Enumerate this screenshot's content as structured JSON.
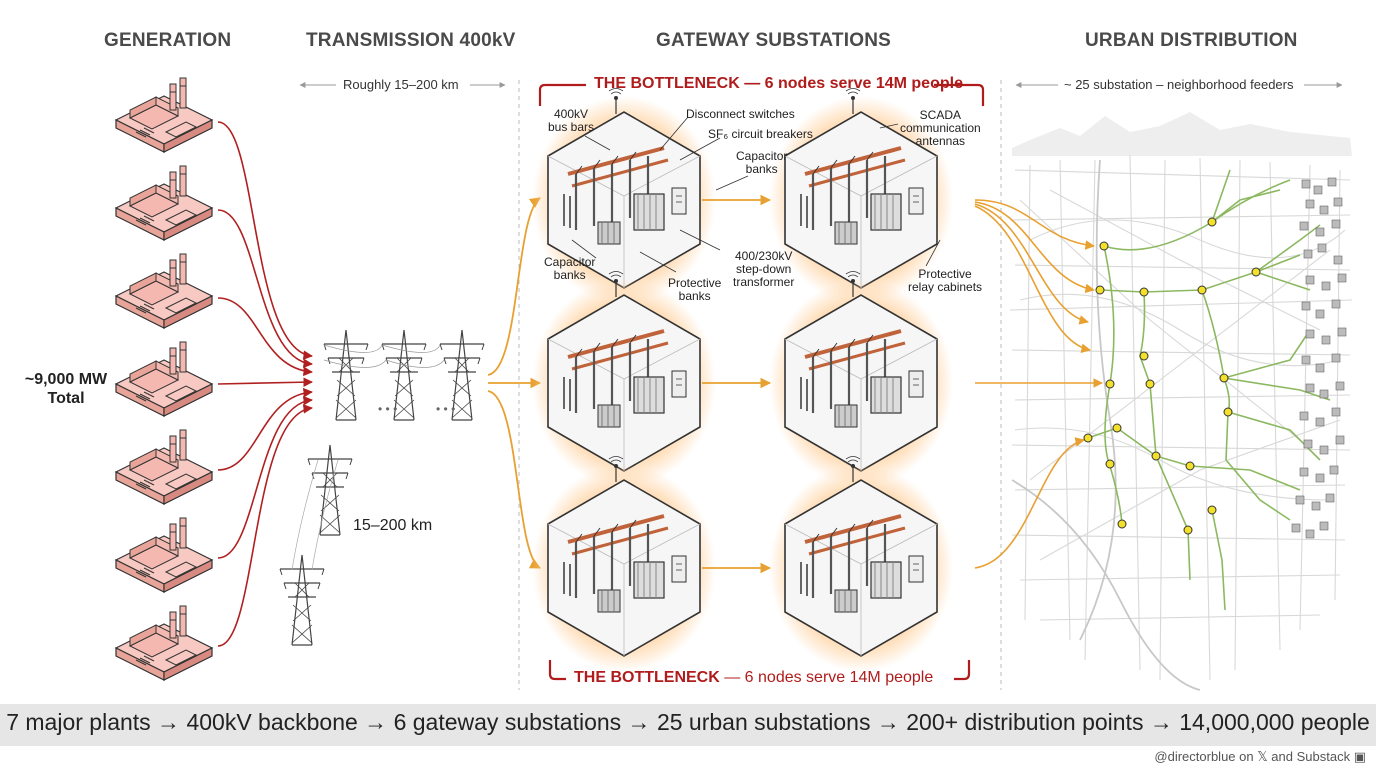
{
  "columns": {
    "generation": "GENERATION",
    "transmission": "TRANSMISSION 400kV",
    "gateway": "GATEWAY SUBSTATIONS",
    "urban": "URBAN DISTRIBUTION"
  },
  "transmission_span": "Roughly 15–200 km",
  "urban_span": "~ 25 substation – neighborhood feeders",
  "bottleneck": {
    "top": "THE BOTTLENECK — 6 nodes serve 14M people",
    "bottom_bold": "THE BOTTLENECK",
    "bottom_rest": " — 6 nodes serve 14M people"
  },
  "generation_total": {
    "line1": "~9,000 MW",
    "line2": "Total"
  },
  "transmission_distance": "15–200 km",
  "tower_ellipsis": "• • •",
  "annotations": {
    "bus_bars_1": "400kV",
    "bus_bars_2": "bus bars",
    "disconnect": "Disconnect switches",
    "breakers": "SF₆ circuit breakers",
    "capacitor_top_1": "Capacitor",
    "capacitor_top_2": "banks",
    "capacitor_left_1": "Capacitor",
    "capacitor_left_2": "banks",
    "protective_banks_1": "Protective",
    "protective_banks_2": "banks",
    "transformer_1": "400/230kV",
    "transformer_2": "step-down",
    "transformer_3": "transformer",
    "scada_1": "SCADA",
    "scada_2": "communication",
    "scada_3": "antennas",
    "relay_1": "Protective",
    "relay_2": "relay cabinets"
  },
  "footer": "7 major plants  →  400kV backbone  →  6 gateway substations  →  25 urban substations  →  200+ distribution points  →  14,000,000 people",
  "credit": "@directorblue on 𝕏 and Substack",
  "colors": {
    "generation_red": "#b02020",
    "flow_orange": "#e8a030",
    "bottleneck_red": "#b01c1c",
    "feeder_green": "#8cb860",
    "node_yellow": "#f2e02a",
    "plant_pink": "#f4b8b0"
  }
}
